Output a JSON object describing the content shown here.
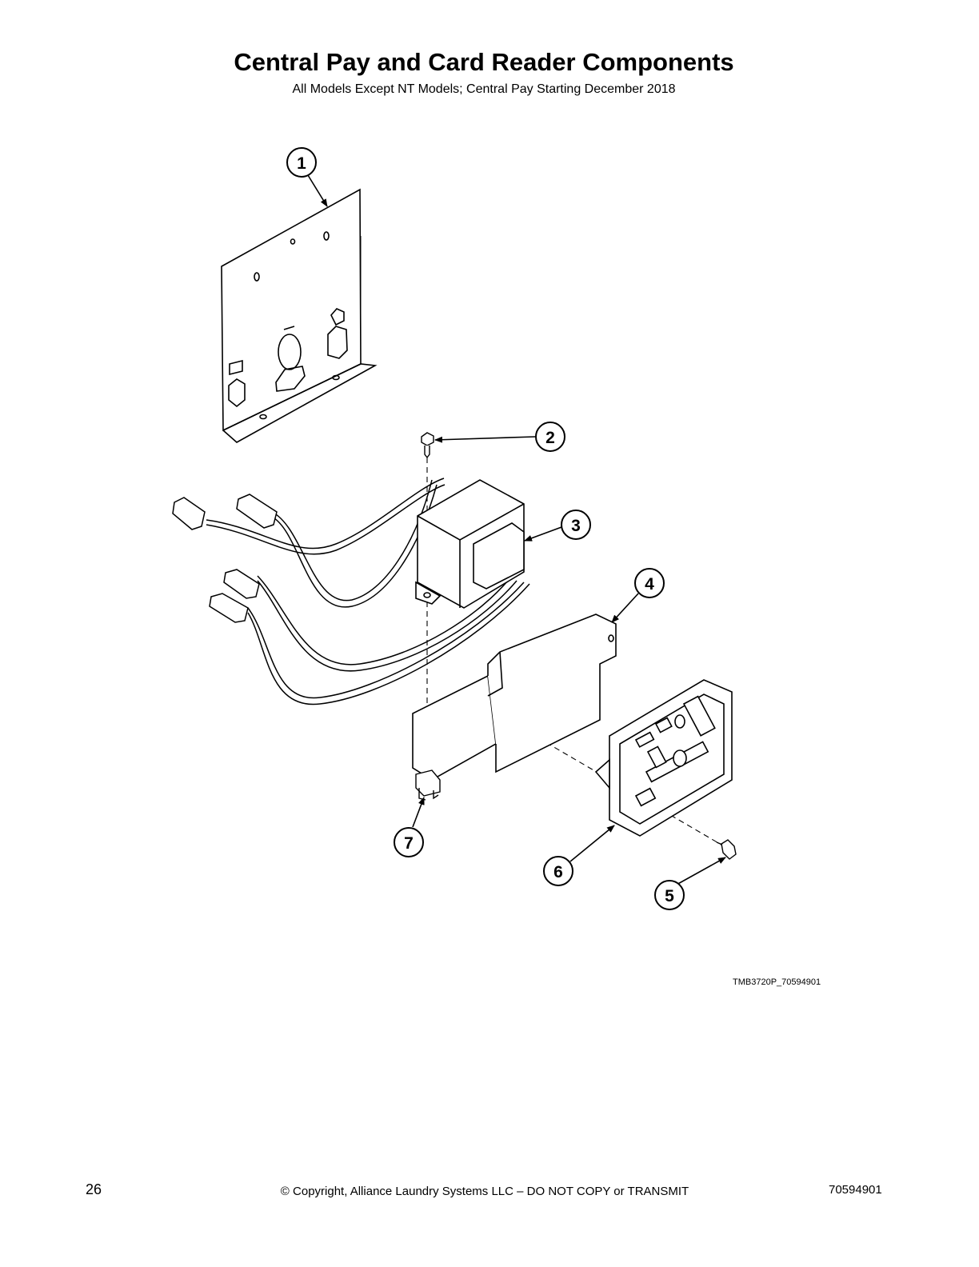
{
  "header": {
    "title": "Central Pay and Card Reader Components",
    "subtitle": "All Models Except NT Models; Central Pay Starting December 2018"
  },
  "diagram": {
    "callouts": [
      "1",
      "2",
      "3",
      "4",
      "5",
      "6",
      "7"
    ],
    "drawing_id": "TMB3720P_70594901"
  },
  "footer": {
    "page_number": "26",
    "copyright": "© Copyright, Alliance Laundry Systems LLC – DO NOT COPY or TRANSMIT",
    "document_number": "70594901"
  }
}
